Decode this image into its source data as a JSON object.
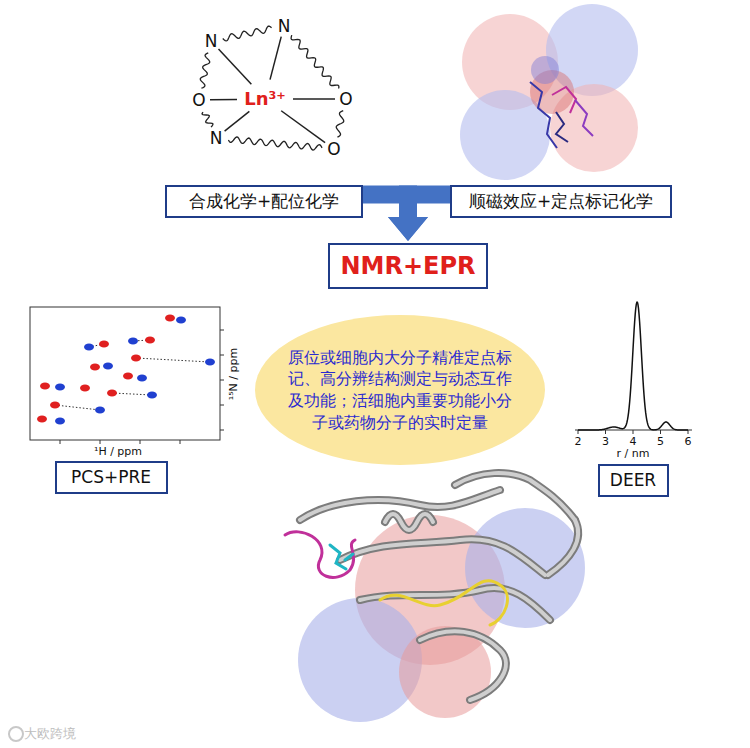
{
  "diagram": {
    "nodes": [
      {
        "text": [
          "合成化学+配位化学"
        ]
      },
      {
        "text": [
          "顺磁效应+定点标记化学"
        ]
      },
      {
        "text": [
          "NMR+EPR"
        ]
      },
      {
        "text": [
          "原位或细胞内大分子精准定点标记、高分辨结构测定与动态互作及功能；活细胞内重要功能小分子或药物分子的实时定量"
        ]
      },
      {
        "text": [
          "PCS+PRE"
        ]
      },
      {
        "text": [
          "DEER"
        ]
      }
    ],
    "edges": [
      {
        "from": 0,
        "to": 2,
        "arrow": "to"
      },
      {
        "from": 1,
        "to": 2,
        "arrow": "to"
      }
    ],
    "labels": [
      "N",
      "N",
      "O",
      "Ln³⁺",
      "O",
      "N",
      "O",
      "¹⁵N / ppm",
      "¹H / ppm",
      "2",
      "3",
      "4",
      "5",
      "6",
      "r / nm",
      "大欧跨境"
    ]
  }
}
